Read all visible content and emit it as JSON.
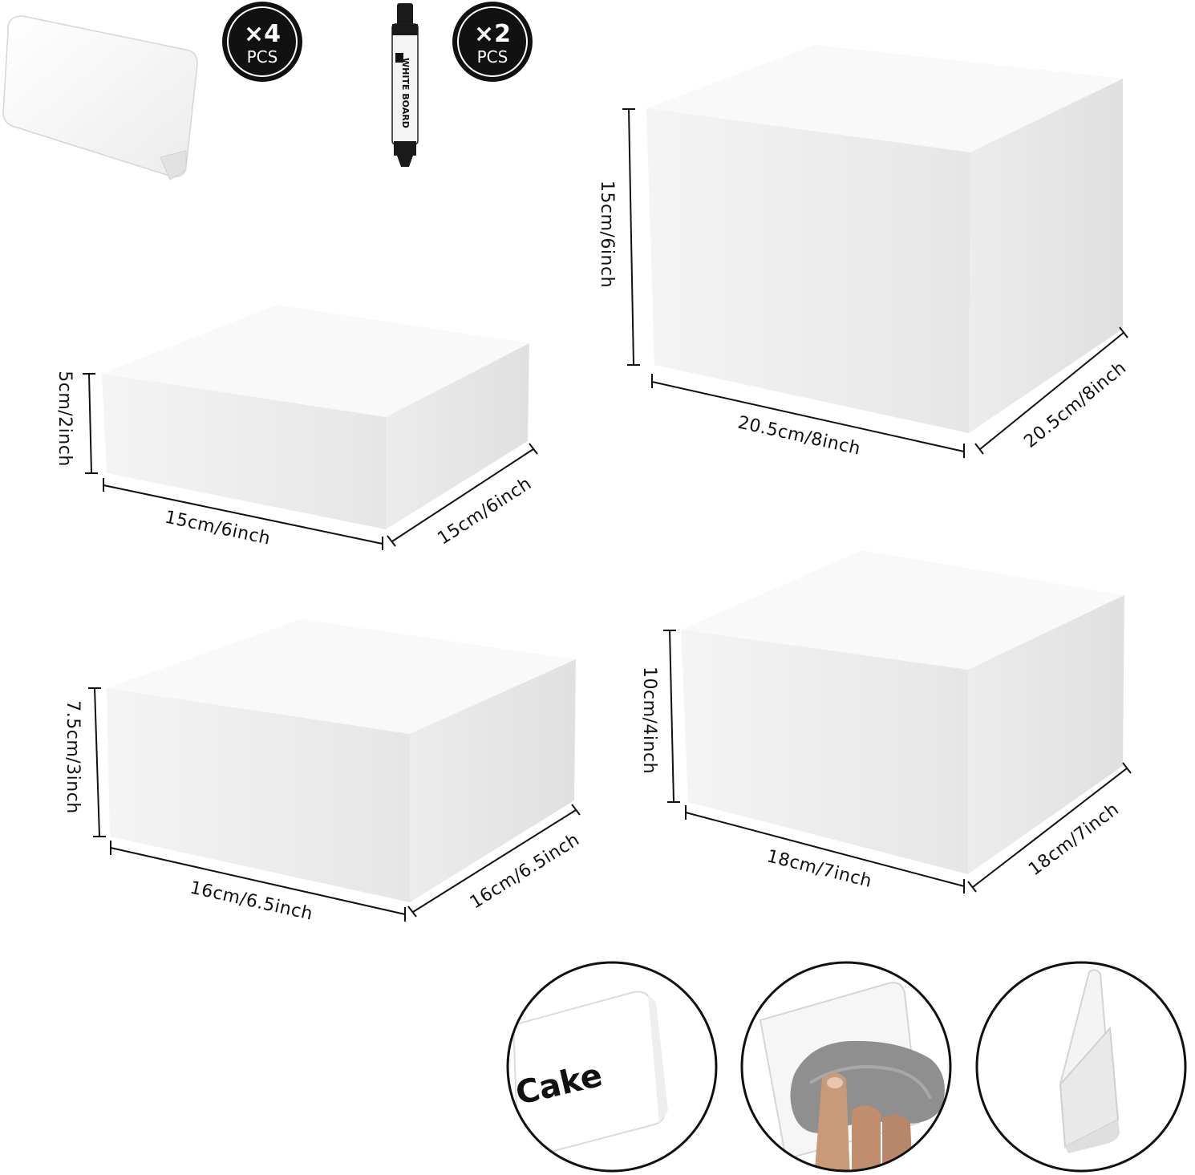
{
  "accessories": {
    "sign_badge": {
      "count": "×4",
      "unit": "PCS"
    },
    "marker_badge": {
      "count": "×2",
      "unit": "PCS"
    },
    "marker_label": "WHITE BOARD"
  },
  "risers": {
    "large": {
      "height": "15cm/6inch",
      "width": "20.5cm/8inch",
      "depth": "20.5cm/8inch"
    },
    "small": {
      "height": "5cm/2inch",
      "width": "15cm/6inch",
      "depth": "15cm/6inch"
    },
    "medium_left": {
      "height": "7.5cm/3inch",
      "width": "16cm/6.5inch",
      "depth": "16cm/6.5inch"
    },
    "medium_right": {
      "height": "10cm/4inch",
      "width": "18cm/7inch",
      "depth": "18cm/7inch"
    }
  },
  "detail_circles": {
    "sign_text": "Cake"
  },
  "colors": {
    "badge": "#111111",
    "riser_front": "#ededed",
    "riser_top": "#f8f8f8",
    "riser_side": "#e4e4e4",
    "cloth": "#8f8f8f",
    "skin": "#c99a7a"
  }
}
